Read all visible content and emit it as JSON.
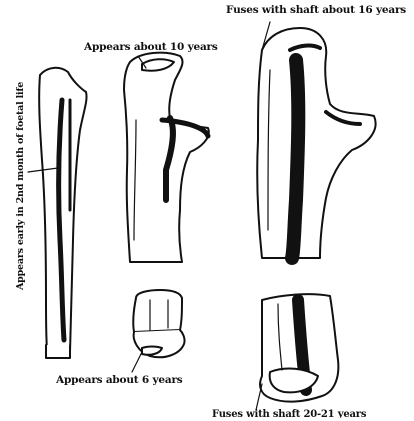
{
  "labels": {
    "fuses_16": "Fuses with shaft about 16 years",
    "appears_10": "Appears about 10 years",
    "appears_foetal": "Appears early in 2nd month of foetal life",
    "appears_6": "Appears about 6 years",
    "fuses_20_21": "Fuses with shaft 20-21 years"
  }
}
